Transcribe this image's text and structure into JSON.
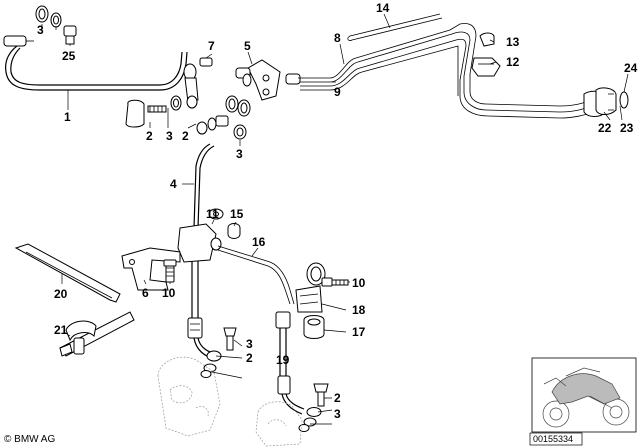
{
  "diagram": {
    "callouts": {
      "c1": "1",
      "c2a": "2",
      "c2b": "2",
      "c2c": "2",
      "c2d": "2",
      "c3a": "3",
      "c3b": "3",
      "c3c": "3",
      "c3d": "3",
      "c3e": "3",
      "c4": "4",
      "c5": "5",
      "c6": "6",
      "c7": "7",
      "c8": "8",
      "c9": "9",
      "c10a": "10",
      "c10b": "10",
      "c11": "11",
      "c12": "12",
      "c13": "13",
      "c14": "14",
      "c15": "15",
      "c16": "16",
      "c17": "17",
      "c18": "18",
      "c19": "19",
      "c20": "20",
      "c21": "21",
      "c22": "22",
      "c23": "23",
      "c24": "24",
      "c25": "25"
    }
  },
  "footer": {
    "copyright": "© BMW AG",
    "part_number": "00155334"
  }
}
